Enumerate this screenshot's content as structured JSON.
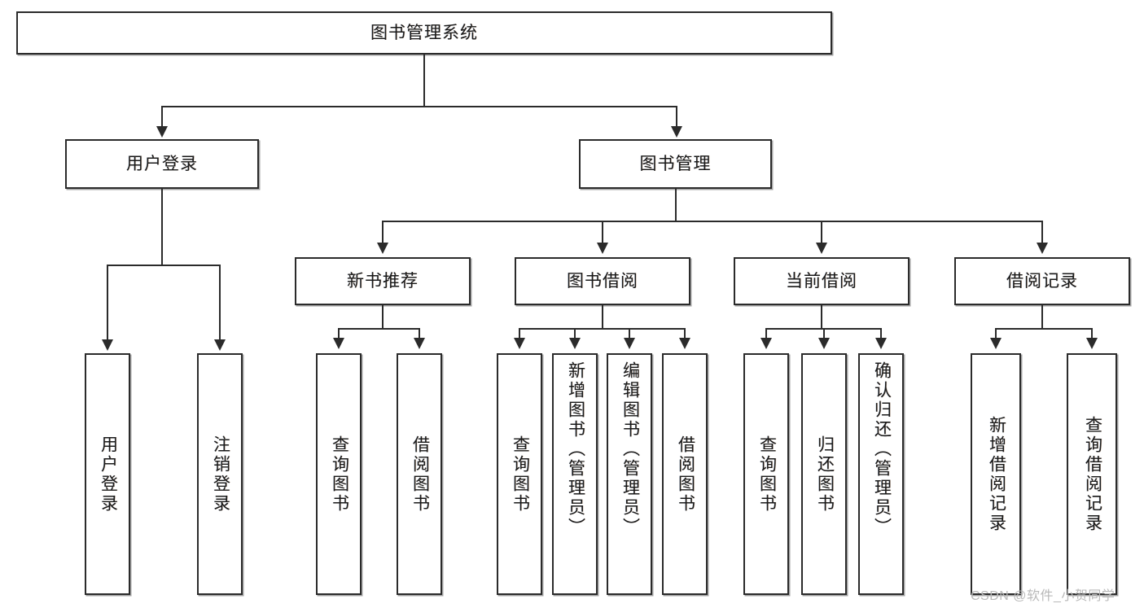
{
  "diagram": {
    "title_text": "图书管理系统",
    "type": "tree-hierarchy-diagram",
    "root": {
      "label": "图书管理系统"
    },
    "level2": [
      {
        "label": "用户登录"
      },
      {
        "label": "图书管理"
      }
    ],
    "level3": [
      {
        "label": "新书推荐"
      },
      {
        "label": "图书借阅"
      },
      {
        "label": "当前借阅"
      },
      {
        "label": "借阅记录"
      }
    ],
    "leaves": {
      "user_login": [
        {
          "label": "用户登录"
        },
        {
          "label": "注销登录"
        }
      ],
      "new_book_recommend": [
        {
          "label": "查询图书"
        },
        {
          "label": "借阅图书"
        }
      ],
      "book_borrow": [
        {
          "label": "查询图书"
        },
        {
          "label": "新增图书（管理员）"
        },
        {
          "label": "编辑图书（管理员）"
        },
        {
          "label": "借阅图书"
        }
      ],
      "current_borrow": [
        {
          "label": "查询图书"
        },
        {
          "label": "归还图书"
        },
        {
          "label": "确认归还（管理员）"
        }
      ],
      "borrow_record": [
        {
          "label": "新增借阅记录"
        },
        {
          "label": "查询借阅记录"
        }
      ]
    }
  },
  "watermark": {
    "text": "CSDN @软件_小贺同学"
  },
  "colors": {
    "background": "#ffffff",
    "stroke": "#2b2b2b",
    "text": "#1a1a1a",
    "watermark": "#b9b9b9"
  }
}
